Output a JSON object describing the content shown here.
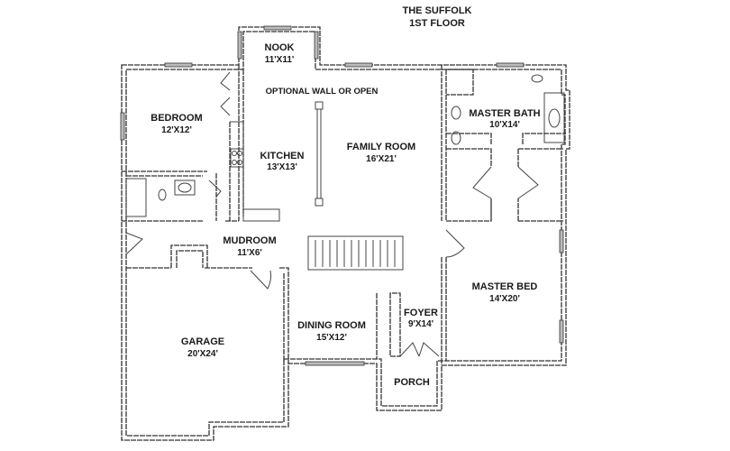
{
  "title": {
    "line1": "THE SUFFOLK",
    "line2": "1ST FLOOR"
  },
  "note": "OPTIONAL WALL OR OPEN",
  "rooms": {
    "nook": {
      "name": "NOOK",
      "size": "11'X11'"
    },
    "bedroom": {
      "name": "BEDROOM",
      "size": "12'X12'"
    },
    "kitchen": {
      "name": "KITCHEN",
      "size": "13'X13'"
    },
    "family_room": {
      "name": "FAMILY ROOM",
      "size": "16'X21'"
    },
    "master_bath": {
      "name": "MASTER BATH",
      "size": "10'X14'"
    },
    "mudroom": {
      "name": "MUDROOM",
      "size": "11'X6'"
    },
    "master_bed": {
      "name": "MASTER BED",
      "size": "14'X20'"
    },
    "foyer": {
      "name": "FOYER",
      "size": "9'X14'"
    },
    "dining_room": {
      "name": "DINING ROOM",
      "size": "15'X12'"
    },
    "garage": {
      "name": "GARAGE",
      "size": "20'X24'"
    },
    "porch": {
      "name": "PORCH"
    }
  }
}
